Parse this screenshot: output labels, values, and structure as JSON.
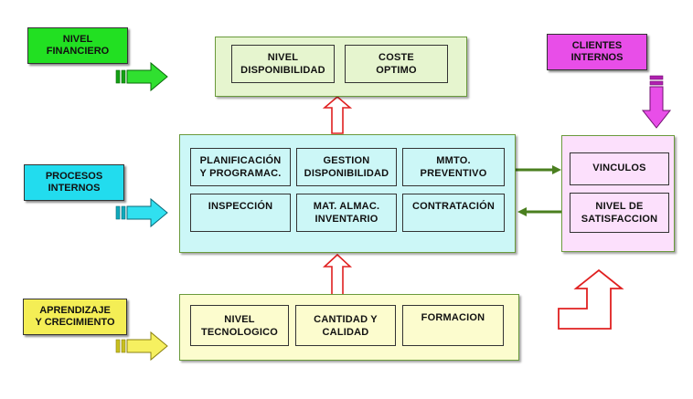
{
  "perspectives": {
    "financiero": {
      "label": "NIVEL\nFINANCIERO",
      "color": "#22e022"
    },
    "procesos": {
      "label": "PROCESOS\nINTERNOS",
      "color": "#22dcee"
    },
    "aprendizaje": {
      "label": "APRENDIZAJE\nY CRECIMIENTO",
      "color": "#f4ee55"
    },
    "clientes": {
      "label": "CLIENTES\nINTERNOS",
      "color": "#e84ee8"
    }
  },
  "financial_panel": {
    "color": "#e6f5cf",
    "items": [
      "NIVEL\nDISPONIBILIDAD",
      "COSTE\nOPTIMO"
    ]
  },
  "process_panel": {
    "color": "#ccf7f7",
    "items": [
      "PLANIFICACIÓN\nY PROGRAMAC.",
      "GESTION\nDISPONIBILIDAD",
      "MMTO.\nPREVENTIVO",
      "INSPECCIÓN",
      "MAT. ALMAC.\nINVENTARIO",
      "CONTRATACIÓN"
    ]
  },
  "learning_panel": {
    "color": "#fcfcce",
    "items": [
      "NIVEL\nTECNOLOGICO",
      "CANTIDAD Y\nCALIDAD",
      "FORMACION"
    ]
  },
  "client_panel": {
    "color": "#fce0fc",
    "items": [
      "VINCULOS",
      "NIVEL DE\nSATISFACCION"
    ]
  },
  "arrow_colors": {
    "up": "#e02020",
    "link": "#4a7f1f"
  }
}
